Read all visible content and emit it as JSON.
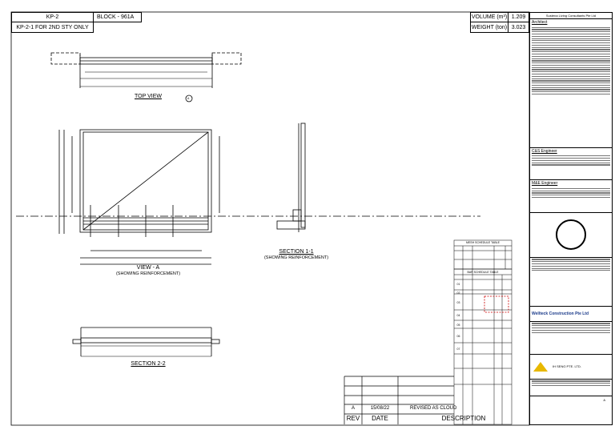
{
  "header": {
    "panel_id": "KP-2",
    "block": "BLOCK - 961A",
    "note": "KP-2-1 FOR 2ND STY ONLY"
  },
  "properties": {
    "volume_label": "VOLUME (m³)",
    "volume_value": "1.209",
    "weight_label": "WEIGHT (ton)",
    "weight_value": "3.023"
  },
  "views": {
    "top_view": "TOP VIEW",
    "view_a": "VIEW - A",
    "view_a_sub": "(SHOWING REINFORCEMENT)",
    "section_1": "SECTION 1-1",
    "section_1_sub": "(SHOWING REINFORCEMENT)",
    "section_2": "SECTION 2-2",
    "callout": "A"
  },
  "schedules": {
    "mesh_title": "MESH SCHEDULE TABLE",
    "bar_title": "BAR SCHEDULE TABLE",
    "bar_rows": [
      "01",
      "02",
      "03",
      "04",
      "05",
      "06",
      "07"
    ]
  },
  "revisions": {
    "headers": [
      "REV",
      "DATE",
      "DESCRIPTION"
    ],
    "rows": [
      {
        "rev": "A",
        "date": "15/08/22",
        "description": "REVISED AS CLOUD"
      }
    ]
  },
  "panel": {
    "consultant": "Sustena Living Consultants Pte Ltd",
    "architect": "Architect",
    "cs_engineer": "C&S Engineer",
    "me_engineer": "M&E Engineer",
    "contractor": "Wellteck Construction Pte Ltd",
    "fabricator": "IH SENG PTE. LTD.",
    "rev": "A"
  },
  "colors": {
    "cloud": "#cc0000",
    "stamp": "#000000"
  }
}
